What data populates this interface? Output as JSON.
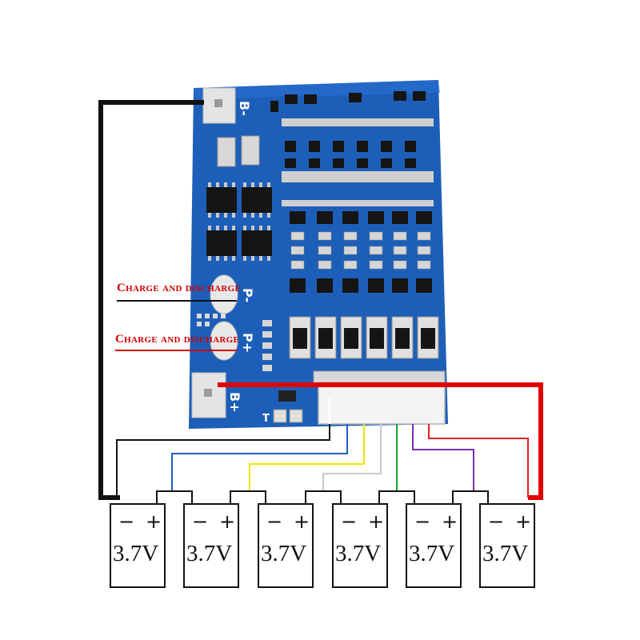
{
  "pcb": {
    "pad_labels": {
      "b_minus": "B-",
      "p_minus": "P-",
      "p_plus": "P+",
      "b_plus": "B+",
      "t": "T"
    }
  },
  "callouts": {
    "top": "Charge and discharge",
    "bottom": "Charge and discharge"
  },
  "batteries": [
    {
      "minus": "−",
      "plus": "+",
      "voltage": "3.7V"
    },
    {
      "minus": "−",
      "plus": "+",
      "voltage": "3.7V"
    },
    {
      "minus": "−",
      "plus": "+",
      "voltage": "3.7V"
    },
    {
      "minus": "−",
      "plus": "+",
      "voltage": "3.7V"
    },
    {
      "minus": "−",
      "plus": "+",
      "voltage": "3.7V"
    },
    {
      "minus": "−",
      "plus": "+",
      "voltage": "3.7V"
    }
  ],
  "wire_colors": {
    "negative": "#111111",
    "positive": "#e00000",
    "balance": [
      "#ffffff",
      "#1f5fbf",
      "#f2e600",
      "#c8c8c8",
      "#1aa12a",
      "#7a2fb0",
      "#e02020"
    ],
    "callout_line": "#d00000",
    "pcb": "#1d5fb8"
  }
}
